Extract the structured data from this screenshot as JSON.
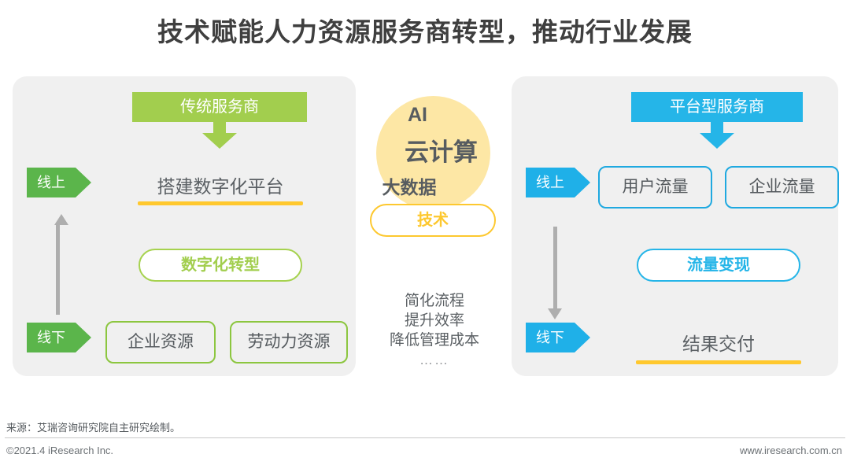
{
  "title": "技术赋能人力资源服务商转型，推动行业发展",
  "colors": {
    "green_banner": "#a2ce4e",
    "green_tag": "#5bb54b",
    "green_outline": "#8cc63f",
    "blue_banner": "#25b5e8",
    "blue_tag": "#1fb0e8",
    "blue_outline": "#1fa9e0",
    "yellow": "#ffc82e",
    "yellow_circle": "#fde7a5",
    "panel_bg": "#f0f0f0",
    "text_dark": "#3f3f3f",
    "text_body": "#5b6064",
    "arrow_gray": "#aeaeae"
  },
  "left_panel": {
    "banner": "传统服务商",
    "online_tag": "线上",
    "offline_tag": "线下",
    "online_label": "搭建数字化平台",
    "center_pill": "数字化转型",
    "offline_cards": [
      "企业资源",
      "劳动力资源"
    ],
    "arrow_direction": "up"
  },
  "center": {
    "tech_terms": [
      "AI",
      "云计算",
      "大数据"
    ],
    "tech_pill": "技术",
    "benefits": [
      "简化流程",
      "提升效率",
      "降低管理成本"
    ],
    "ellipsis": "……"
  },
  "right_panel": {
    "banner": "平台型服务商",
    "online_tag": "线上",
    "offline_tag": "线下",
    "online_cards": [
      "用户流量",
      "企业流量"
    ],
    "center_pill": "流量变现",
    "offline_label": "结果交付",
    "arrow_direction": "down"
  },
  "footer": {
    "source": "来源：艾瑞咨询研究院自主研究绘制。",
    "copyright": "©2021.4 iResearch Inc.",
    "website": "www.iresearch.com.cn"
  }
}
